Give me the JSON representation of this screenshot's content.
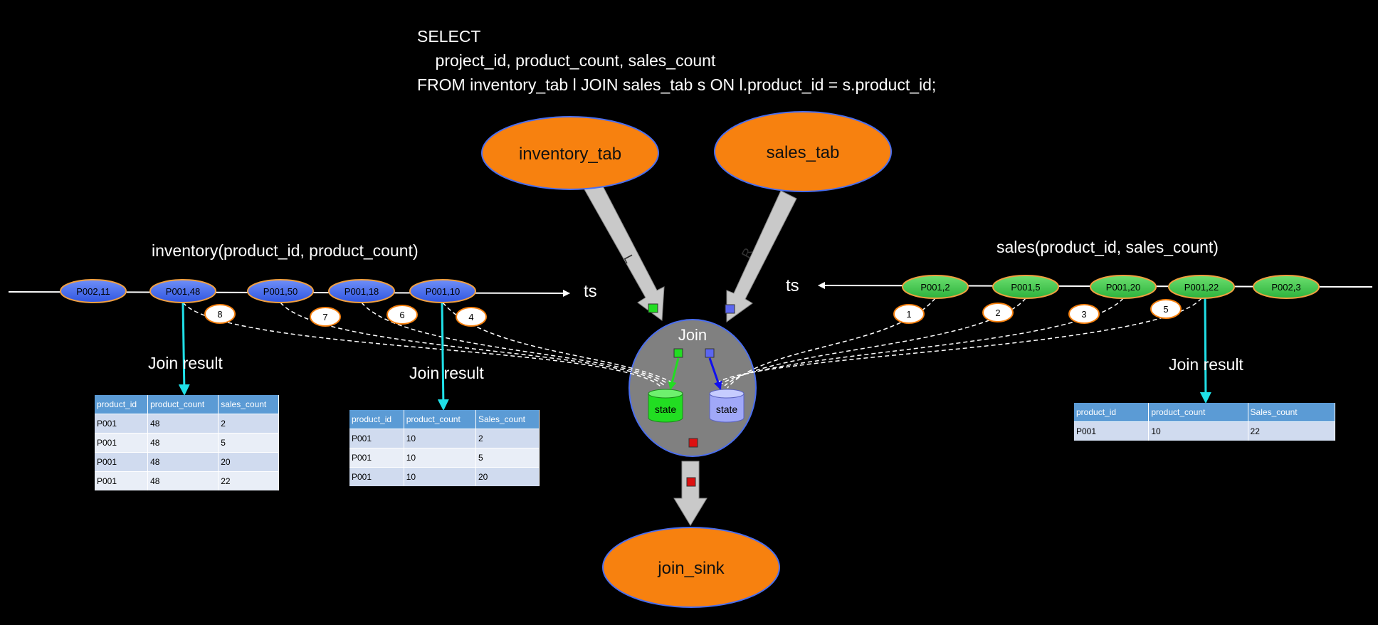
{
  "sql": {
    "line1": "SELECT",
    "line2": "    project_id, product_count, sales_count",
    "line3": "FROM inventory_tab l JOIN sales_tab s ON l.product_id = s.product_id;"
  },
  "sources": {
    "inventory": "inventory_tab",
    "sales": "sales_tab",
    "sink": "join_sink"
  },
  "arrow_labels": {
    "left": "L",
    "right": "R"
  },
  "join": {
    "label": "Join",
    "state_left": "state",
    "state_right": "state"
  },
  "colors": {
    "orange": "#f7810f",
    "inventory_event": "#4a6ef0",
    "sales_event": "#3ec44a",
    "connector": "#20e0e8",
    "join_node": "#808080",
    "state_green": "#22dd22",
    "state_blue": "#a0a8f8"
  },
  "inventory_stream": {
    "title": "inventory(product_id, product_count)",
    "axis_label": "ts",
    "events": [
      "P002,11",
      "P001,48",
      "P001,50",
      "P001,18",
      "P001,10"
    ],
    "orders": [
      "8",
      "7",
      "6",
      "4"
    ]
  },
  "sales_stream": {
    "title": "sales(product_id, sales_count)",
    "axis_label": "ts",
    "events": [
      "P001,2",
      "P001,5",
      "P001,20",
      "P001,22",
      "P002,3"
    ],
    "orders": [
      "1",
      "2",
      "3",
      "5"
    ]
  },
  "join_result_label": "Join result",
  "result_tables": [
    {
      "headers": [
        "product_id",
        "product_count",
        "sales_count"
      ],
      "rows": [
        [
          "P001",
          "48",
          "2"
        ],
        [
          "P001",
          "48",
          "5"
        ],
        [
          "P001",
          "48",
          "20"
        ],
        [
          "P001",
          "48",
          "22"
        ]
      ]
    },
    {
      "headers": [
        "product_id",
        "product_count",
        "Sales_count"
      ],
      "rows": [
        [
          "P001",
          "10",
          "2"
        ],
        [
          "P001",
          "10",
          "5"
        ],
        [
          "P001",
          "10",
          "20"
        ]
      ]
    },
    {
      "headers": [
        "product_id",
        "product_count",
        "Sales_count"
      ],
      "rows": [
        [
          "P001",
          "10",
          "22"
        ]
      ]
    }
  ]
}
